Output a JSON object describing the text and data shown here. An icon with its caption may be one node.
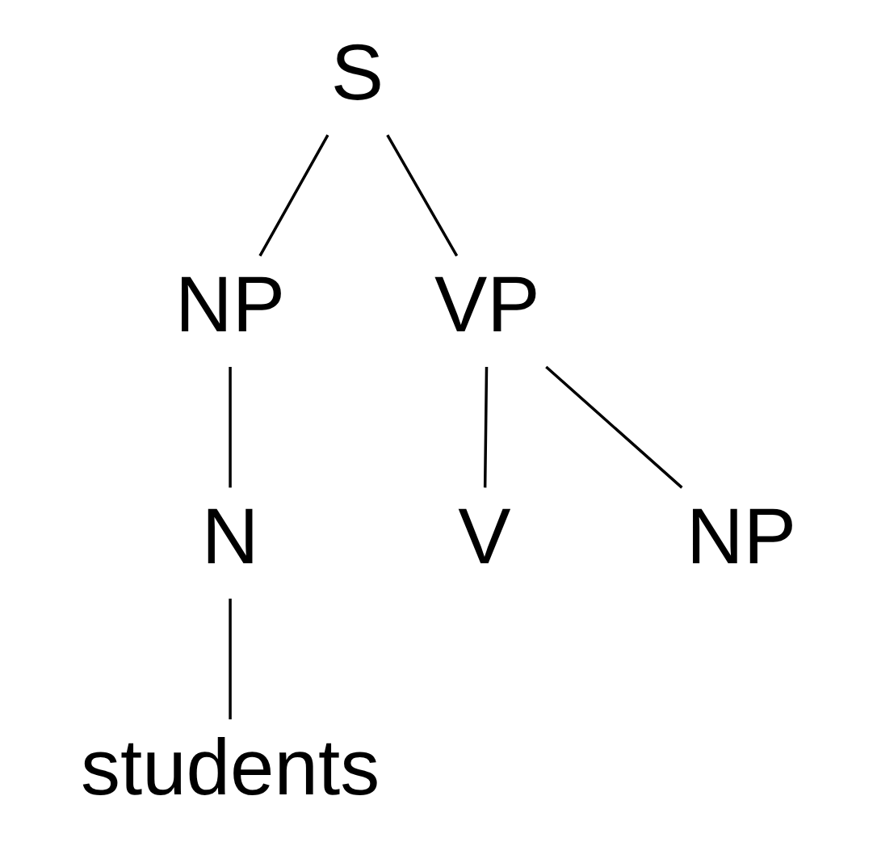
{
  "diagram": {
    "nodes": [
      {
        "text": [
          "S"
        ]
      },
      {
        "text": [
          "NP"
        ]
      },
      {
        "text": [
          "VP"
        ]
      },
      {
        "text": [
          "N"
        ]
      },
      {
        "text": [
          "V"
        ]
      },
      {
        "text": [
          "NP"
        ]
      },
      {
        "text": [
          "students"
        ]
      }
    ],
    "edges": [
      {
        "from": 0,
        "to": 1,
        "arrow": "none"
      },
      {
        "from": 0,
        "to": 2,
        "arrow": "none"
      },
      {
        "from": 1,
        "to": 3,
        "arrow": "none"
      },
      {
        "from": 2,
        "to": 4,
        "arrow": "none"
      },
      {
        "from": 2,
        "to": 5,
        "arrow": "none"
      },
      {
        "from": 3,
        "to": 6,
        "arrow": "none"
      }
    ]
  }
}
